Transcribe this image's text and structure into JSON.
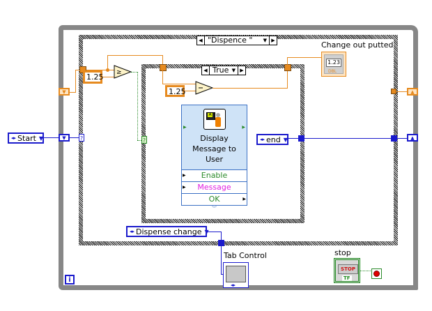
{
  "diagram": {
    "while_loop": {
      "iteration_terminal": "i"
    },
    "outer_case": {
      "selector_value": "\"Dispence \""
    },
    "inner_case": {
      "selector_value": "True"
    },
    "constants": {
      "outer_threshold": "1.25",
      "inner_subtract": "1.25"
    },
    "controls": {
      "start_enum": "Start",
      "end_enum": "end",
      "dispense_enum": "Dispense change"
    },
    "indicators": {
      "change_label": "Change out putted",
      "change_value": "1.23",
      "change_type": "DBL",
      "tab_control_label": "Tab Control",
      "stop_label": "stop",
      "stop_button_text": "STOP",
      "stop_type": "TF"
    },
    "express_vi": {
      "title_lines": [
        "Display",
        "Message to",
        "User"
      ],
      "terminals": [
        "Enable",
        "Message",
        "OK"
      ]
    },
    "colors": {
      "numeric_wire": "#e68a1f",
      "enum_wire": "#1a1acc",
      "boolean_wire": "#2a8a2a",
      "loop_frame": "#878787"
    }
  }
}
